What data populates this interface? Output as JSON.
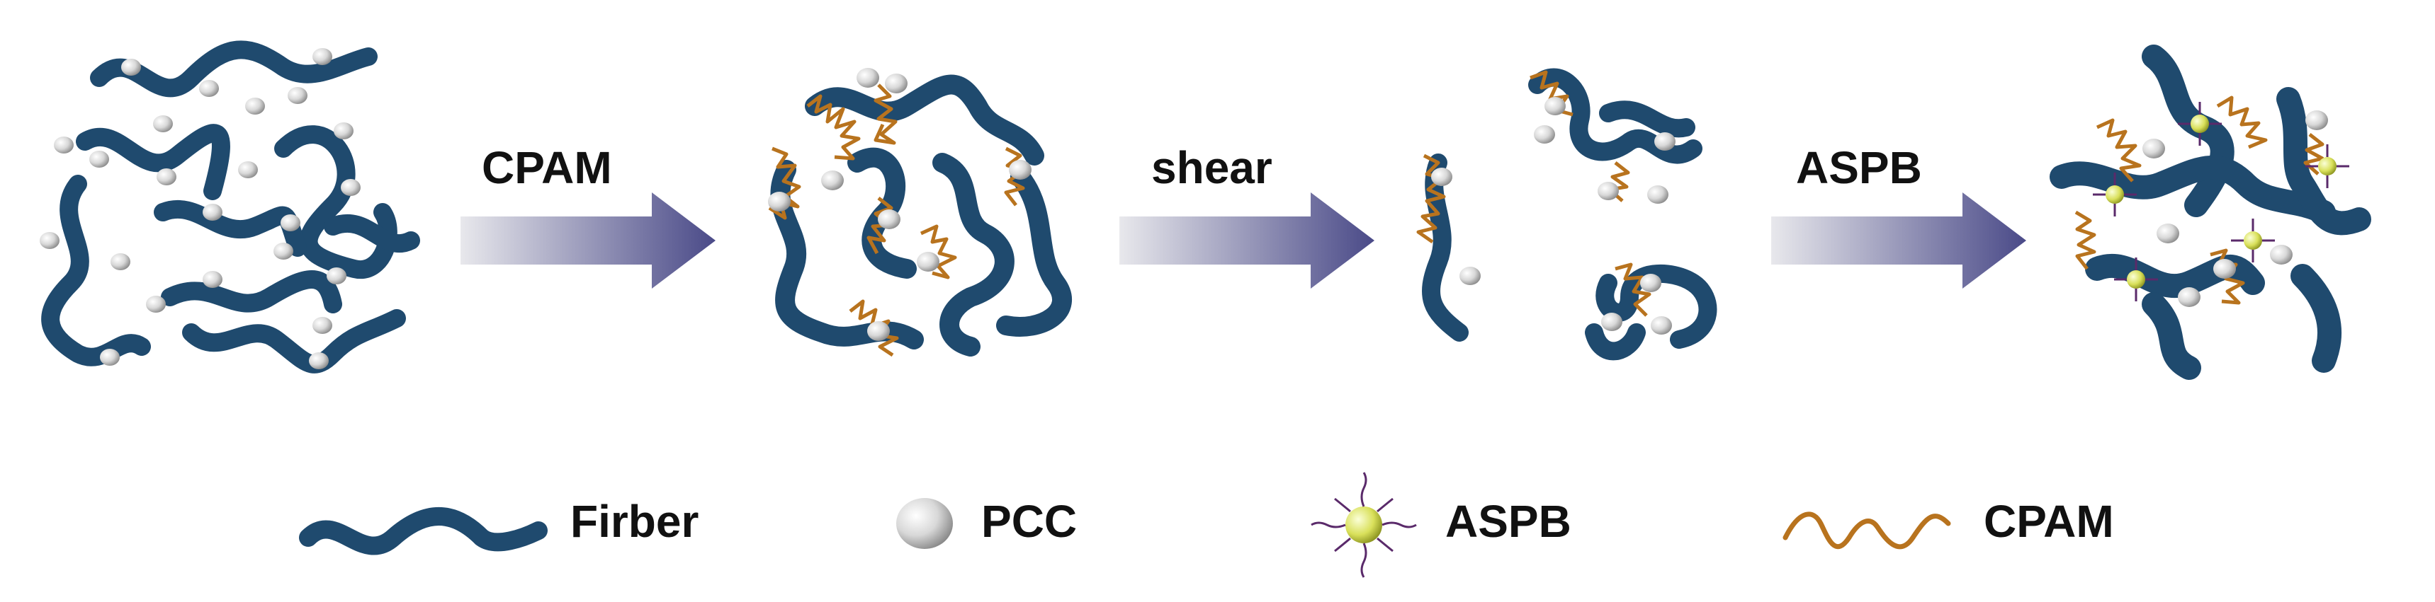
{
  "steps": [
    {
      "label": "CPAM"
    },
    {
      "label": "shear"
    },
    {
      "label": "ASPB"
    }
  ],
  "legend": [
    {
      "label": "Firber",
      "icon": "fiber-icon"
    },
    {
      "label": "PCC",
      "icon": "pcc-particle-icon"
    },
    {
      "label": "ASPB",
      "icon": "aspb-particle-icon"
    },
    {
      "label": "CPAM",
      "icon": "cpam-chain-icon"
    }
  ],
  "colors": {
    "fiber": "#1f4a6e",
    "cpam": "#b8731e",
    "pcc": "#d6d6d6",
    "aspb_core": "#d9e05a",
    "aspb_arms": "#5a2a6a",
    "arrow_start": "#e8e8ec",
    "arrow_end": "#4a4a88"
  }
}
